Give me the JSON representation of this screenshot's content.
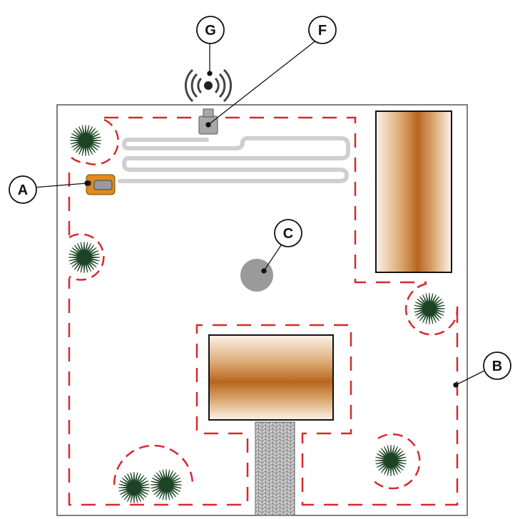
{
  "diagram": {
    "callouts": [
      {
        "key": "A",
        "label": "A"
      },
      {
        "key": "B",
        "label": "B"
      },
      {
        "key": "C",
        "label": "C"
      },
      {
        "key": "F",
        "label": "F"
      },
      {
        "key": "G",
        "label": "G"
      }
    ]
  },
  "colors": {
    "boundary_wire": "#d42a2f",
    "guide_wire": "#cfcfcf",
    "shrub": "#1c4424",
    "mower_body": "#e08a1c",
    "wood": "#b8651e",
    "station": "#a8a8a8",
    "obstacle": "#9a9a9a"
  }
}
